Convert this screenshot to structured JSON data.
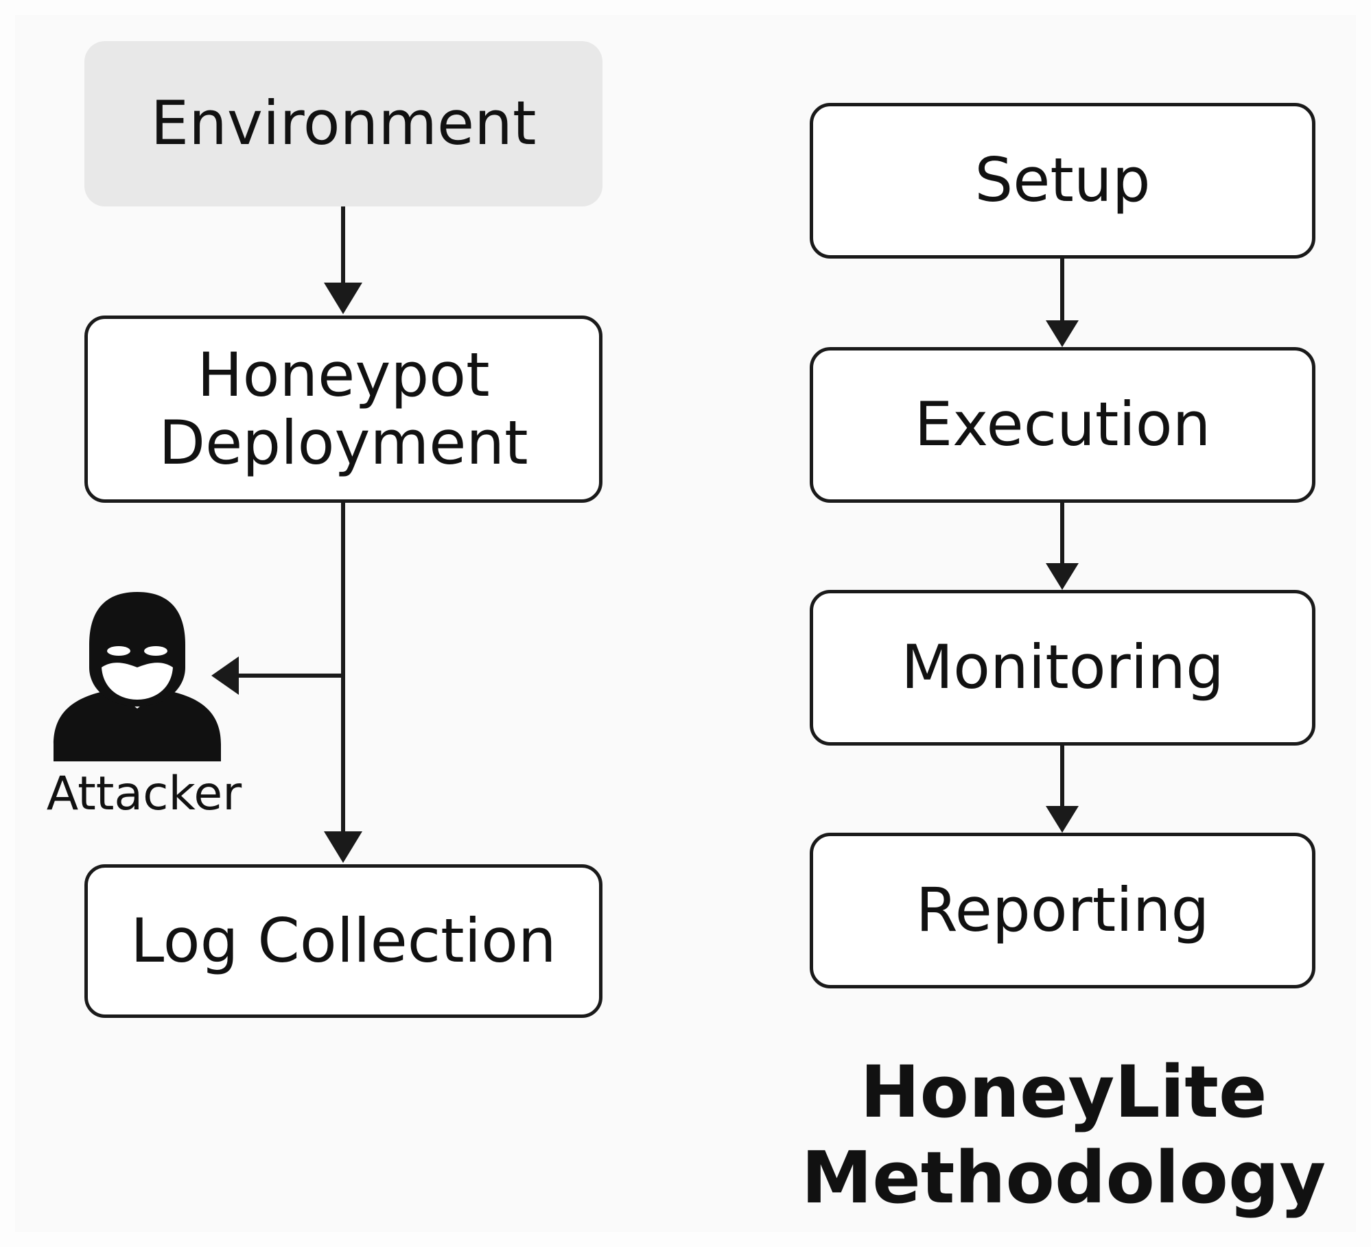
{
  "left_flow": {
    "environment": "Environment",
    "honeypot_line1": "Honeypot",
    "honeypot_line2": "Deployment",
    "log_collection": "Log Collection",
    "attacker": "Attacker"
  },
  "right_flow": {
    "steps": [
      "Setup",
      "Execution",
      "Monitoring",
      "Reporting"
    ],
    "title_line1": "HoneyLite",
    "title_line2": "Methodology"
  },
  "icons": {
    "attacker": "masked-attacker-icon"
  },
  "colors": {
    "stroke": "#1a1a1a",
    "environment_fill": "#e8e8e8",
    "box_fill": "#ffffff"
  }
}
